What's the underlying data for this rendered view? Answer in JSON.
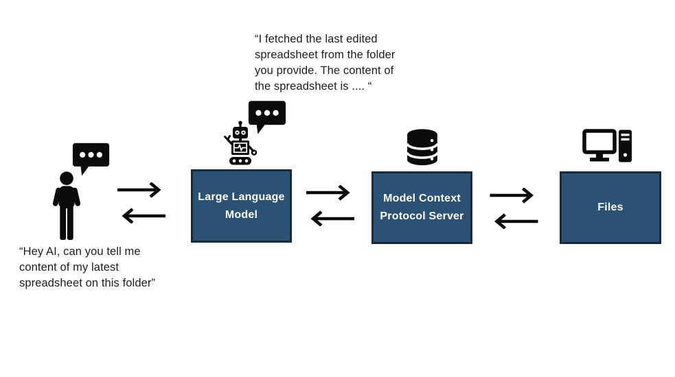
{
  "canvas": {
    "background": "#ffffff"
  },
  "palette": {
    "node_fill": "#2B5274",
    "node_border": "#182A3B",
    "node_text": "#FFFFFF",
    "icon_color": "#0B0B0B",
    "note_text": "#1C1C1C"
  },
  "notes": {
    "llm_response": {
      "lines": [
        "“I fetched the last edited",
        "spreadsheet from the folder",
        "you provide. The content of",
        "the spreadsheet is .... “"
      ]
    },
    "user_request": {
      "lines": [
        "“Hey AI, can you tell me",
        "content of my latest",
        "spreadsheet on this folder”"
      ]
    }
  },
  "nodes": {
    "llm": {
      "lines": [
        "Large Language",
        "Model"
      ]
    },
    "mcp": {
      "lines": [
        "Model Context",
        "Protocol Server"
      ]
    },
    "files": {
      "lines": [
        "Files"
      ]
    }
  },
  "icons": {
    "user": "person-icon",
    "user_message": "speech-bubble-icon",
    "llm": "robot-icon",
    "llm_message": "speech-bubble-icon",
    "mcp_server": "database-icon",
    "files": "computer-desktop-icon",
    "links": "swap-arrows-icon"
  }
}
